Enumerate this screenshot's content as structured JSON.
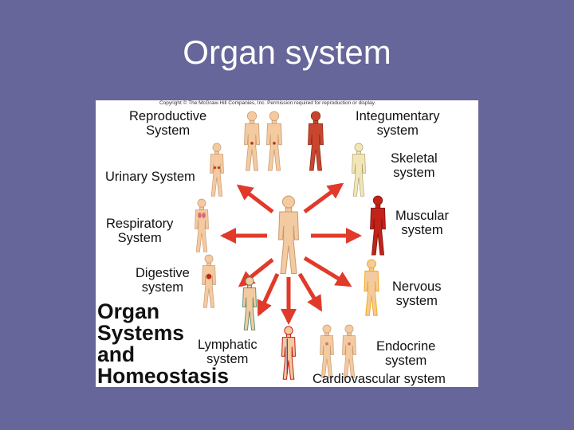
{
  "slide_title": "Organ system",
  "figure": {
    "copyright": "Copyright © The McGraw-Hill Companies, Inc. Permission required for reproduction or display.",
    "title_lines": [
      "Organ",
      "Systems",
      "and",
      "Homeostasis"
    ],
    "systems": {
      "reproductive": [
        "Reproductive",
        "System"
      ],
      "urinary": [
        "Urinary System"
      ],
      "respiratory": [
        "Respiratory",
        "System"
      ],
      "digestive": [
        "Digestive",
        "system"
      ],
      "lymphatic": [
        "Lymphatic",
        "system"
      ],
      "cardiovascular": [
        "Cardiovascular system"
      ],
      "integumentary": [
        "Integumentary",
        "system"
      ],
      "skeletal": [
        "Skeletal",
        "system"
      ],
      "muscular": [
        "Muscular",
        "system"
      ],
      "nervous": [
        "Nervous",
        "system"
      ],
      "endocrine": [
        "Endocrine",
        "system"
      ]
    },
    "colors": {
      "background": "#66669a",
      "arrow": "#e03a2a",
      "skin": "#f4caa0",
      "muscle": "#c2221a",
      "bone": "#f2e6b8",
      "nerve": "#f0b020"
    }
  }
}
